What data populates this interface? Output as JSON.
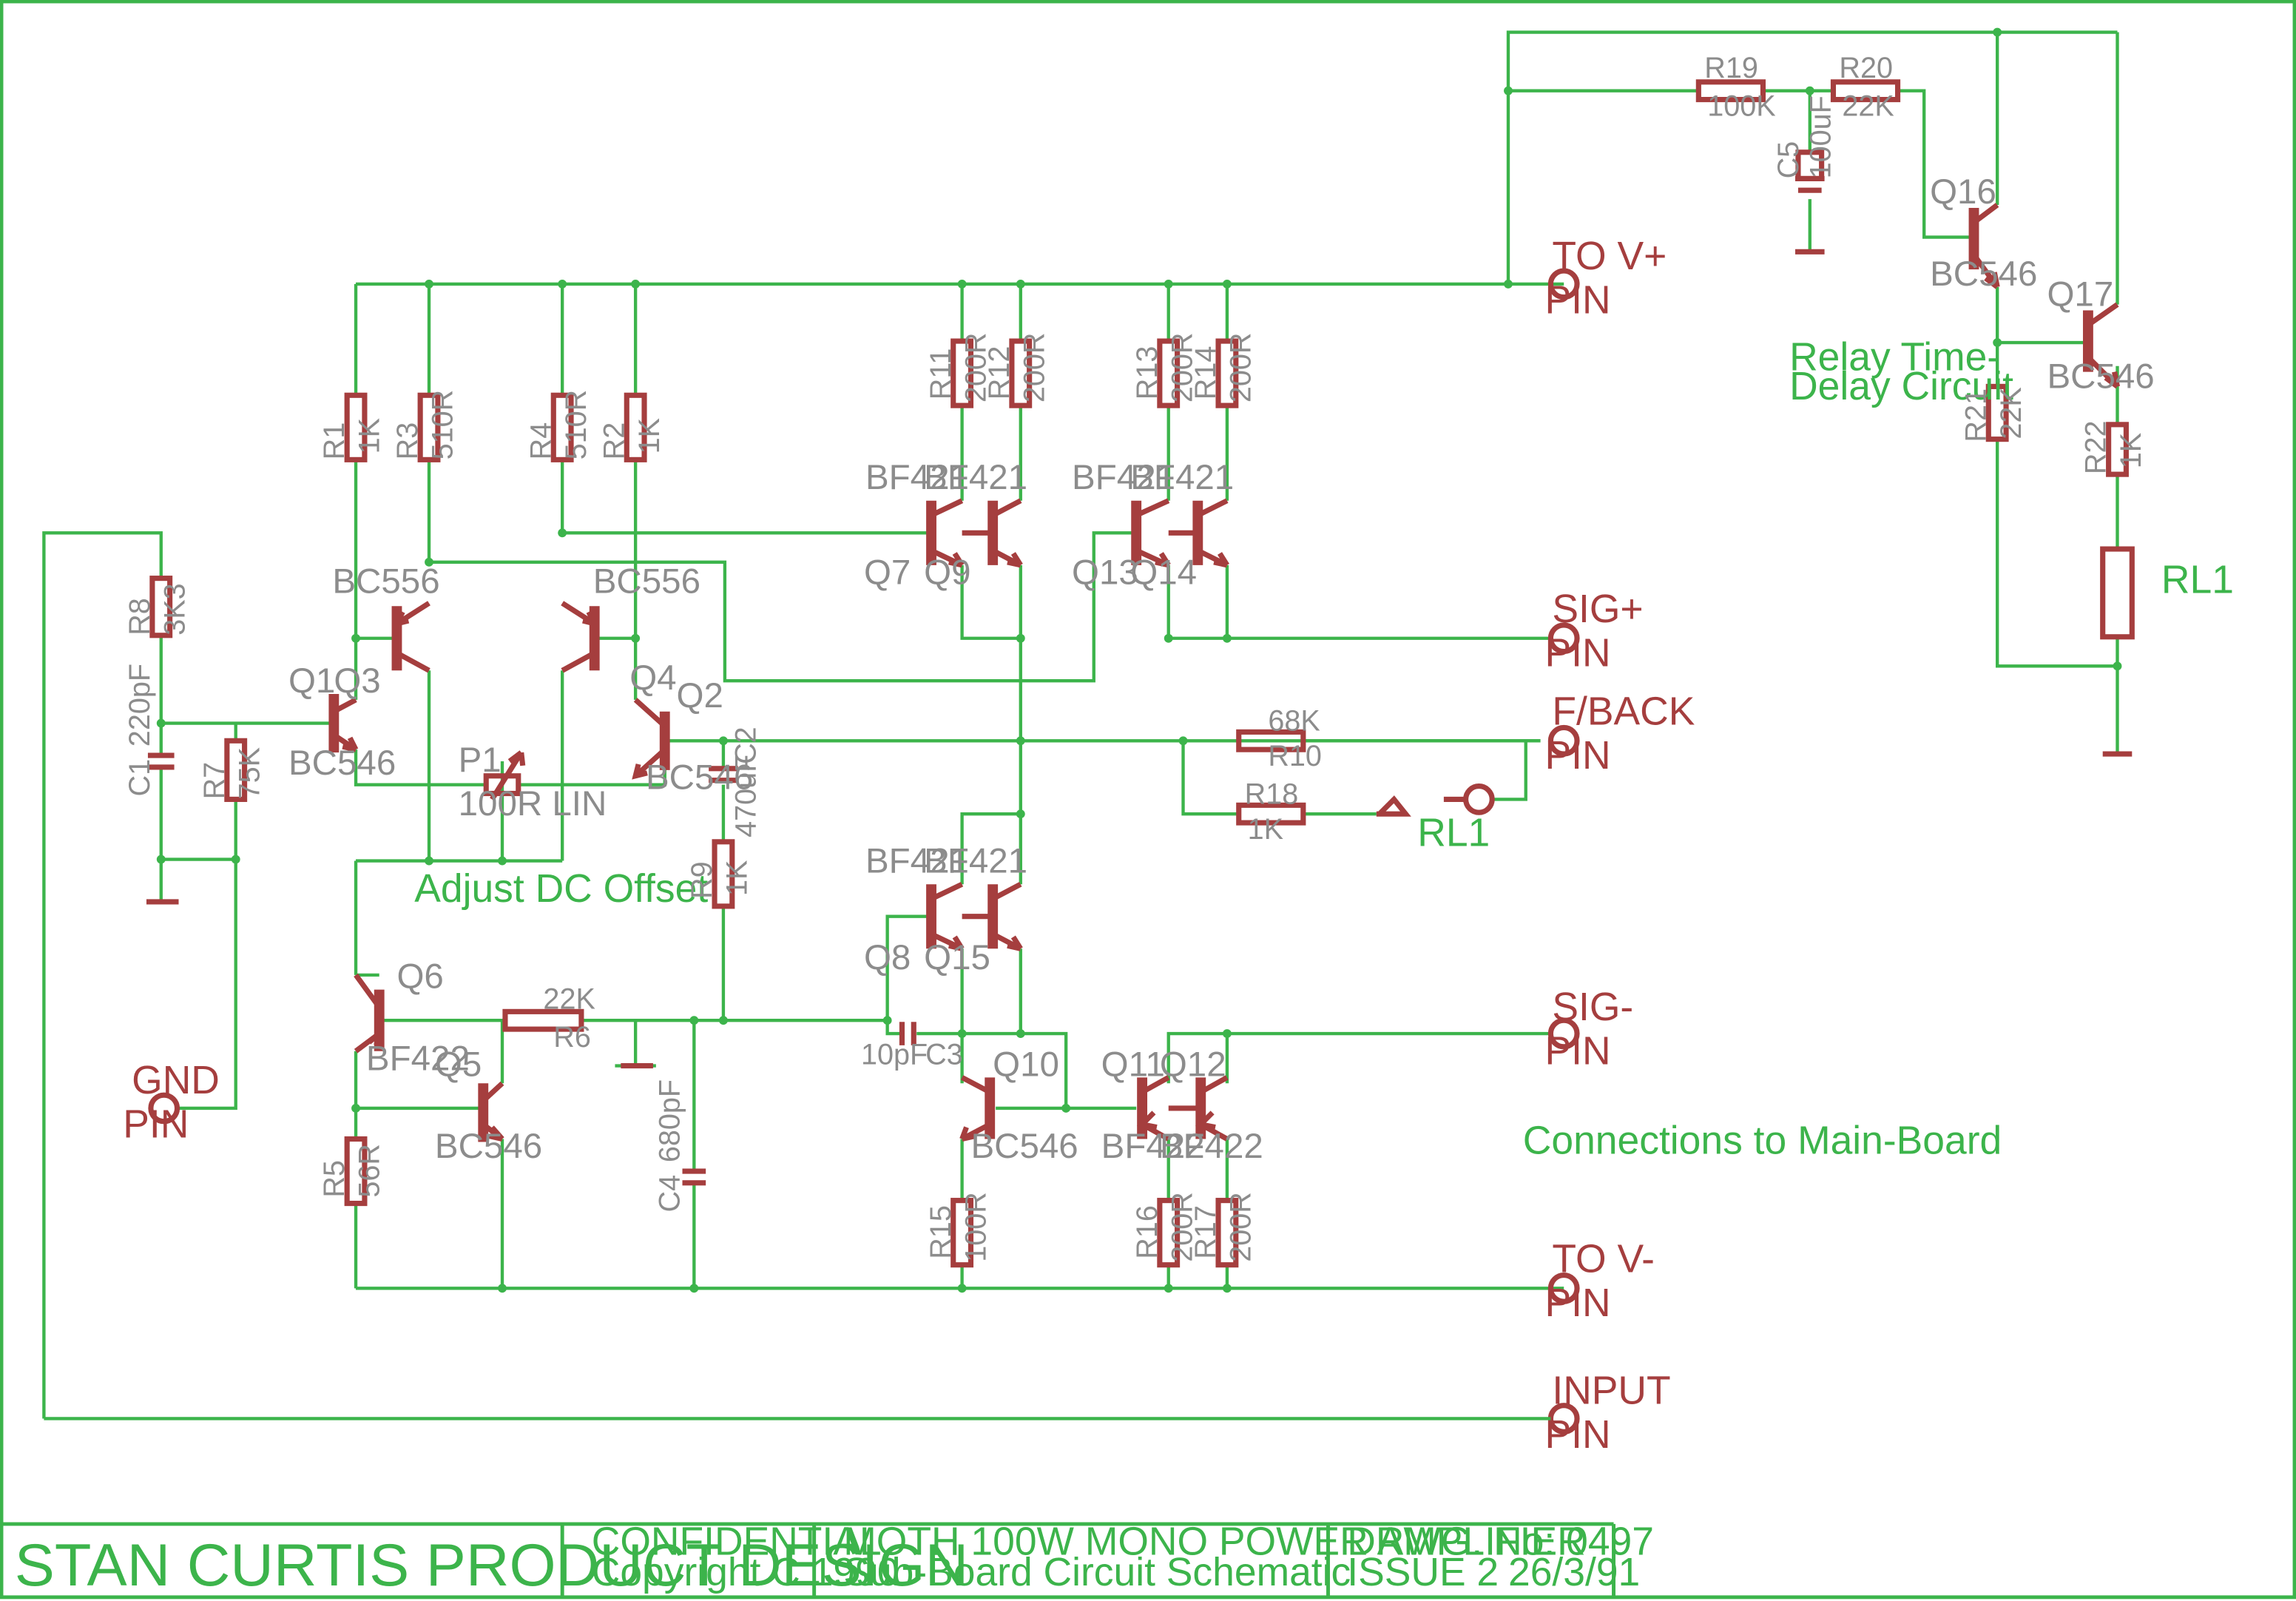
{
  "title_block": {
    "company": "STAN CURTIS PRODUCT DESIGN",
    "confidential": "CONFIDENTIAL",
    "copyright": "Copyright C.1990",
    "project": "MOTH 100W MONO POWER AMPLIFIER",
    "sheet": "Sub-Board Circuit Schematic",
    "drawing_no": "DRWG. No: 0497",
    "issue": "ISSUE 2",
    "date": "26/3/91"
  },
  "notes": {
    "relay_1": "Relay Time-",
    "relay_2": "Delay Circuit",
    "adjust": "Adjust DC Offset",
    "connections": "Connections to Main-Board"
  },
  "connectors": [
    {
      "id": "vplus",
      "label": "TO V+",
      "pin": "PIN"
    },
    {
      "id": "sigplus",
      "label": "SIG+",
      "pin": "PIN"
    },
    {
      "id": "fback",
      "label": "F/BACK",
      "pin": "PIN"
    },
    {
      "id": "sigminus",
      "label": "SIG-",
      "pin": "PIN"
    },
    {
      "id": "vminus",
      "label": "TO V-",
      "pin": "PIN"
    },
    {
      "id": "input",
      "label": "INPUT",
      "pin": "PIN"
    },
    {
      "id": "gnd",
      "label": "GND",
      "pin": "PIN"
    }
  ],
  "resistors": [
    {
      "name": "R1",
      "value": "1K"
    },
    {
      "name": "R2",
      "value": "1K"
    },
    {
      "name": "R3",
      "value": "510R"
    },
    {
      "name": "R4",
      "value": "510R"
    },
    {
      "name": "R5",
      "value": "56R"
    },
    {
      "name": "R6",
      "value": "22K"
    },
    {
      "name": "R7",
      "value": "75K"
    },
    {
      "name": "R8",
      "value": "3K3"
    },
    {
      "name": "R9",
      "value": "1K"
    },
    {
      "name": "R10",
      "value": "68K"
    },
    {
      "name": "R11",
      "value": "200R"
    },
    {
      "name": "R12",
      "value": "200R"
    },
    {
      "name": "R13",
      "value": "200R"
    },
    {
      "name": "R14",
      "value": "200R"
    },
    {
      "name": "R15",
      "value": "100R"
    },
    {
      "name": "R16",
      "value": "200R"
    },
    {
      "name": "R17",
      "value": "200R"
    },
    {
      "name": "R18",
      "value": "1K"
    },
    {
      "name": "R19",
      "value": "100K"
    },
    {
      "name": "R20",
      "value": "22K"
    },
    {
      "name": "R21",
      "value": "22K"
    },
    {
      "name": "R22",
      "value": "1K"
    }
  ],
  "capacitors": [
    {
      "name": "C1",
      "value": "220pF"
    },
    {
      "name": "C2",
      "value": "470uF"
    },
    {
      "name": "C3",
      "value": "10pF"
    },
    {
      "name": "C4",
      "value": "680pF"
    },
    {
      "name": "C5",
      "value": "100uF"
    }
  ],
  "pot": {
    "name": "P1",
    "value": "100R LIN"
  },
  "relay": {
    "name": "RL1"
  },
  "transistors": [
    {
      "name": "Q1",
      "type": "BC546"
    },
    {
      "name": "Q2",
      "type": "BC546"
    },
    {
      "name": "Q3",
      "type": "BC556"
    },
    {
      "name": "Q4",
      "type": "BC556"
    },
    {
      "name": "Q5",
      "type": "BC546"
    },
    {
      "name": "Q6",
      "type": "BF422"
    },
    {
      "name": "Q7",
      "type": "BF421"
    },
    {
      "name": "Q8",
      "type": "BF421"
    },
    {
      "name": "Q9",
      "type": "BF421"
    },
    {
      "name": "Q10",
      "type": "BC546"
    },
    {
      "name": "Q11",
      "type": "BF422"
    },
    {
      "name": "Q12",
      "type": "BF422"
    },
    {
      "name": "Q13",
      "type": "BF421"
    },
    {
      "name": "Q14",
      "type": "BF421"
    },
    {
      "name": "Q15",
      "type": "BF421"
    },
    {
      "name": "Q16",
      "type": "BC546"
    },
    {
      "name": "Q17",
      "type": "BC546"
    }
  ],
  "colors": {
    "wire": "#3cb44b",
    "symbol": "#a53e3e",
    "label": "#8c8c8c",
    "background": "#ffffff"
  }
}
